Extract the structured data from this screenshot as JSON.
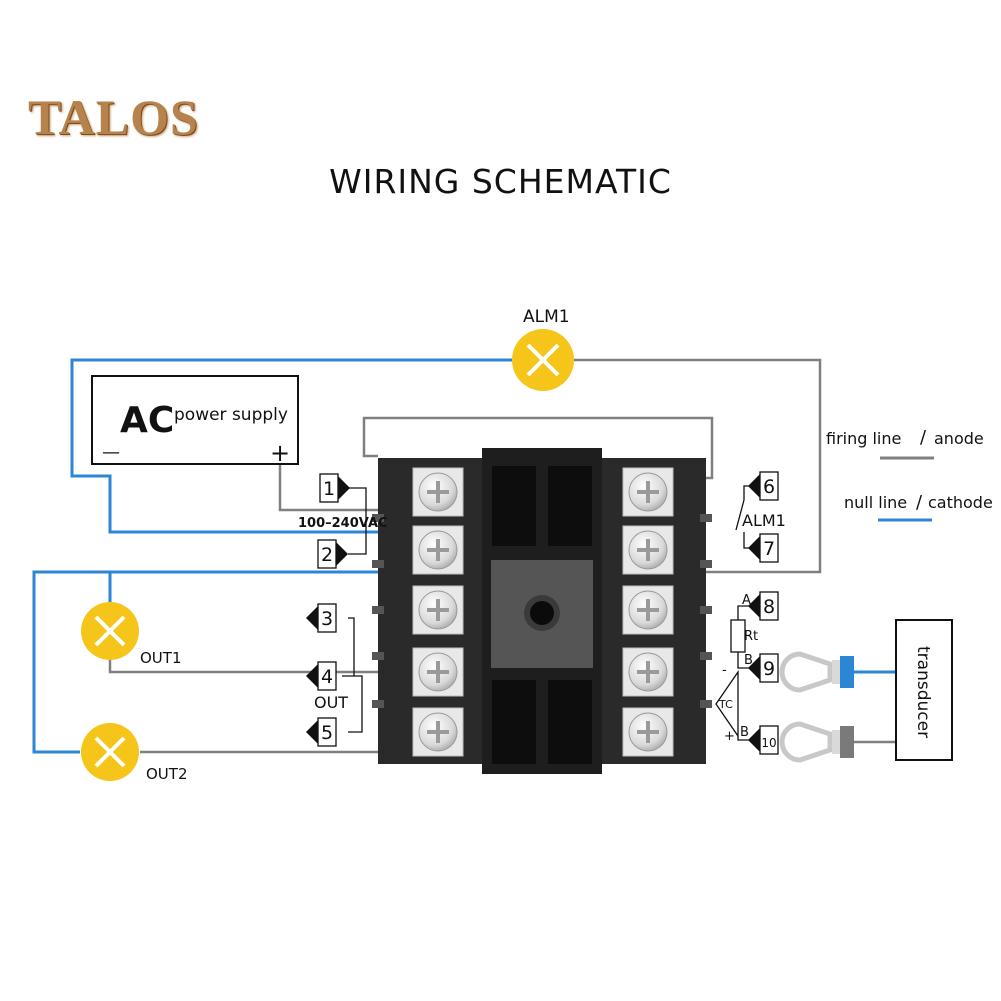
{
  "brand": "TALOS",
  "title": "WIRING SCHEMATIC",
  "power": {
    "ac": "AC",
    "label": "power supply",
    "minus": "—",
    "plus": "+",
    "voltage": "100–240VAC"
  },
  "lamps": {
    "alm1": "ALM1",
    "out1": "OUT1",
    "out2": "OUT2"
  },
  "terminals": [
    "1",
    "2",
    "3",
    "4",
    "5",
    "6",
    "7",
    "8",
    "9",
    "10"
  ],
  "relay_labels": {
    "out": "OUT",
    "alm1": "ALM1"
  },
  "sensor": {
    "a": "A",
    "b1": "B",
    "b2": "B",
    "rt": "Rt",
    "tc": "TC",
    "minus": "-",
    "plus": "+"
  },
  "legend": {
    "firing": "firing line",
    "anode": "anode",
    "null": "null line",
    "cathode": "cathode",
    "slash": "/"
  },
  "transducer": "transducer",
  "colors": {
    "blue": "#2c86d3",
    "gray": "#808080",
    "lamp": "#f5c51a",
    "body": "#2a2a2a"
  }
}
